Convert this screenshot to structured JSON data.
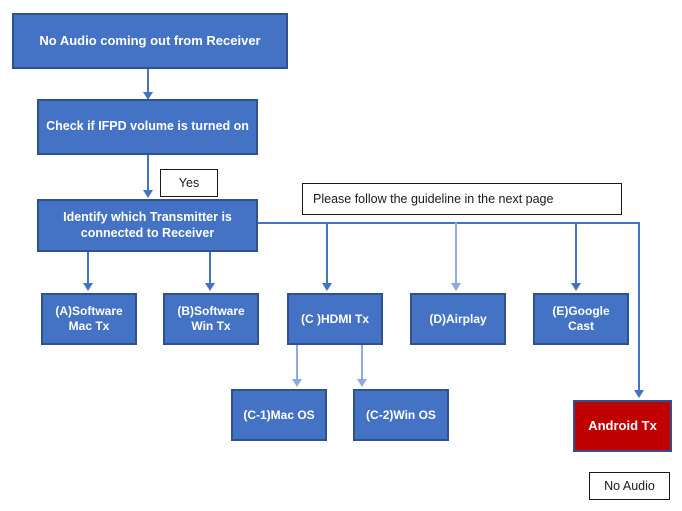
{
  "diagram": {
    "title": "No Audio coming out from Receiver troubleshooting flow",
    "colors": {
      "node_fill_blue": "#4472C4",
      "node_fill_red": "#C00000",
      "node_border": "#2F528F",
      "connector": "#4472C4",
      "connector_pale": "#8FAADC",
      "callout_border": "#000000",
      "callout_text": "#1A1A1A",
      "node_text": "#FFFFFF",
      "background": "#FFFFFF"
    },
    "nodes": {
      "start": "No Audio coming out from Receiver",
      "check_volume": "Check if IFPD volume is turned on",
      "identify_tx": "Identify which Transmitter is connected to Receiver",
      "opt_a": "(A)Software Mac Tx",
      "opt_b": "(B)Software Win Tx",
      "opt_c": "(C )HDMI Tx",
      "opt_d": "(D)Airplay",
      "opt_e": "(E)Google Cast",
      "opt_c1": "(C-1)Mac OS",
      "opt_c2": "(C-2)Win OS",
      "android_tx": "Android Tx"
    },
    "callouts": {
      "yes_label": "Yes",
      "guideline_note": "Please follow the guideline in the next page",
      "no_audio_note": "No Audio"
    }
  }
}
